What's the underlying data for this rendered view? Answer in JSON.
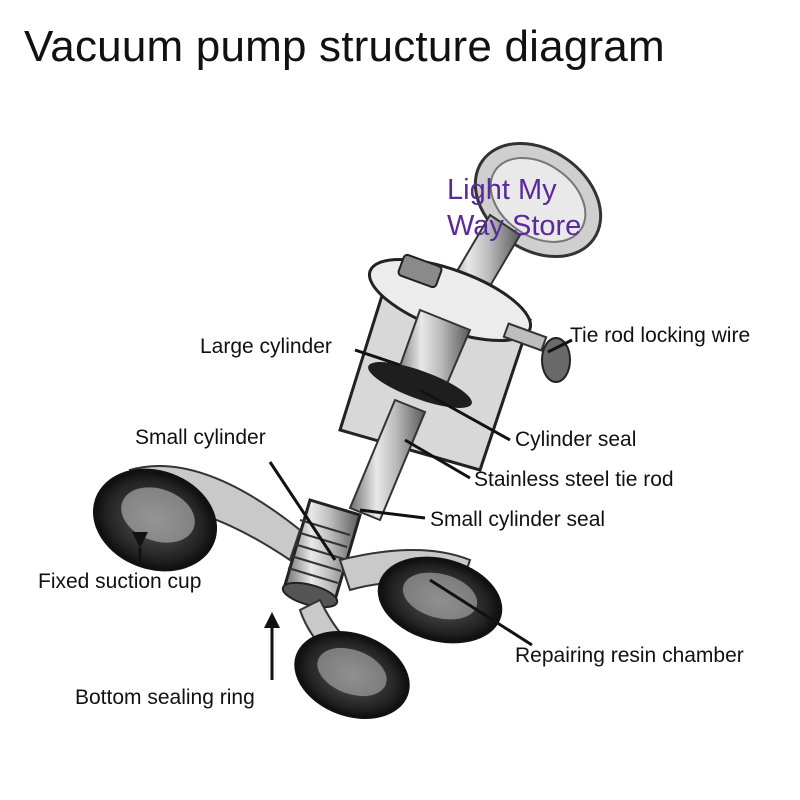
{
  "title": "Vacuum pump structure diagram",
  "watermark": {
    "line1": "Light My",
    "line2": "Way Store"
  },
  "labels": {
    "large_cylinder": "Large cylinder",
    "tie_rod_locking_wire": "Tie rod locking wire",
    "small_cylinder": "Small cylinder",
    "cylinder_seal": "Cylinder seal",
    "stainless_steel_tie_rod": "Stainless steel tie rod",
    "small_cylinder_seal": "Small cylinder seal",
    "fixed_suction_cup": "Fixed suction cup",
    "repairing_resin_chamber": "Repairing resin chamber",
    "bottom_sealing_ring": "Bottom sealing ring"
  }
}
